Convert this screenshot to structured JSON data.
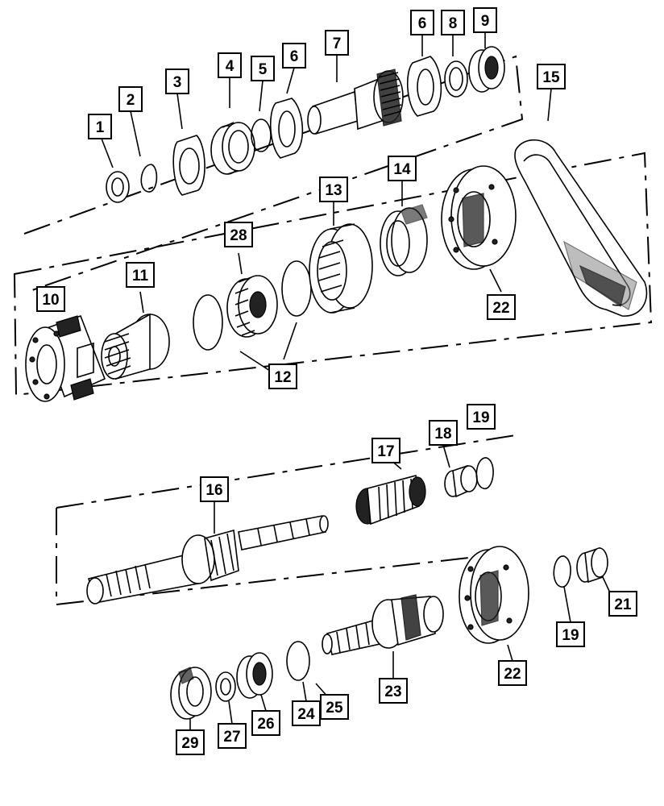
{
  "diagram": {
    "colors": {
      "ink": "#000000",
      "paper": "#ffffff",
      "shade": "#2a2a2a",
      "mid": "#7a7a7a"
    },
    "callouts": [
      {
        "id": "c1",
        "label": "1"
      },
      {
        "id": "c2",
        "label": "2"
      },
      {
        "id": "c3",
        "label": "3"
      },
      {
        "id": "c4",
        "label": "4"
      },
      {
        "id": "c5",
        "label": "5"
      },
      {
        "id": "c6a",
        "label": "6"
      },
      {
        "id": "c6b",
        "label": "6"
      },
      {
        "id": "c7",
        "label": "7"
      },
      {
        "id": "c8",
        "label": "8"
      },
      {
        "id": "c9",
        "label": "9"
      },
      {
        "id": "c10",
        "label": "10"
      },
      {
        "id": "c11",
        "label": "11"
      },
      {
        "id": "c12",
        "label": "12"
      },
      {
        "id": "c13",
        "label": "13"
      },
      {
        "id": "c14",
        "label": "14"
      },
      {
        "id": "c15",
        "label": "15"
      },
      {
        "id": "c16",
        "label": "16"
      },
      {
        "id": "c17",
        "label": "17"
      },
      {
        "id": "c18",
        "label": "18"
      },
      {
        "id": "c19a",
        "label": "19"
      },
      {
        "id": "c19b",
        "label": "19"
      },
      {
        "id": "c21",
        "label": "21"
      },
      {
        "id": "c22a",
        "label": "22"
      },
      {
        "id": "c22b",
        "label": "22"
      },
      {
        "id": "c23",
        "label": "23"
      },
      {
        "id": "c24",
        "label": "24"
      },
      {
        "id": "c25",
        "label": "25"
      },
      {
        "id": "c26",
        "label": "26"
      },
      {
        "id": "c27",
        "label": "27"
      },
      {
        "id": "c28",
        "label": "28"
      },
      {
        "id": "c29",
        "label": "29"
      }
    ]
  }
}
